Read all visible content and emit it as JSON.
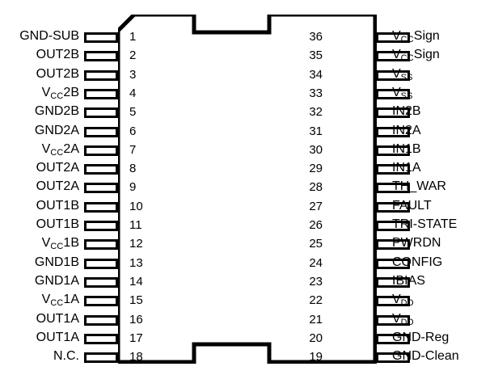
{
  "diagram": {
    "type": "ic-pinout",
    "package": {
      "total_pins": 36,
      "pins_per_side": 18,
      "pin1_indicator": "chamfered-corner-top-left",
      "tabs": [
        "top-center-notch",
        "bottom-center-notch"
      ],
      "outline_color": "#000000",
      "fill_color": "#ffffff"
    },
    "left_pins": [
      {
        "number": "1",
        "label": "GND-SUB",
        "base": "GND-SUB",
        "sub": "",
        "tail": ""
      },
      {
        "number": "2",
        "label": "OUT2B",
        "base": "OUT2B",
        "sub": "",
        "tail": ""
      },
      {
        "number": "3",
        "label": "OUT2B",
        "base": "OUT2B",
        "sub": "",
        "tail": ""
      },
      {
        "number": "4",
        "label": "Vcc2B",
        "base": "V",
        "sub": "CC",
        "tail": "2B"
      },
      {
        "number": "5",
        "label": "GND2B",
        "base": "GND2B",
        "sub": "",
        "tail": ""
      },
      {
        "number": "6",
        "label": "GND2A",
        "base": "GND2A",
        "sub": "",
        "tail": ""
      },
      {
        "number": "7",
        "label": "Vcc2A",
        "base": "V",
        "sub": "CC",
        "tail": "2A"
      },
      {
        "number": "8",
        "label": "OUT2A",
        "base": "OUT2A",
        "sub": "",
        "tail": ""
      },
      {
        "number": "9",
        "label": "OUT2A",
        "base": "OUT2A",
        "sub": "",
        "tail": ""
      },
      {
        "number": "10",
        "label": "OUT1B",
        "base": "OUT1B",
        "sub": "",
        "tail": ""
      },
      {
        "number": "11",
        "label": "OUT1B",
        "base": "OUT1B",
        "sub": "",
        "tail": ""
      },
      {
        "number": "12",
        "label": "Vcc1B",
        "base": "V",
        "sub": "CC",
        "tail": "1B"
      },
      {
        "number": "13",
        "label": "GND1B",
        "base": "GND1B",
        "sub": "",
        "tail": ""
      },
      {
        "number": "14",
        "label": "GND1A",
        "base": "GND1A",
        "sub": "",
        "tail": ""
      },
      {
        "number": "15",
        "label": "Vcc1A",
        "base": "V",
        "sub": "CC",
        "tail": "1A"
      },
      {
        "number": "16",
        "label": "OUT1A",
        "base": "OUT1A",
        "sub": "",
        "tail": ""
      },
      {
        "number": "17",
        "label": "OUT1A",
        "base": "OUT1A",
        "sub": "",
        "tail": ""
      },
      {
        "number": "18",
        "label": "N.C.",
        "base": "N.C.",
        "sub": "",
        "tail": ""
      }
    ],
    "right_pins": [
      {
        "number": "36",
        "label": "VccSign",
        "base": "V",
        "sub": "CC",
        "tail": "Sign"
      },
      {
        "number": "35",
        "label": "VccSign",
        "base": "V",
        "sub": "CC",
        "tail": "Sign"
      },
      {
        "number": "34",
        "label": "Vss",
        "base": "V",
        "sub": "SS",
        "tail": ""
      },
      {
        "number": "33",
        "label": "Vss",
        "base": "V",
        "sub": "SS",
        "tail": ""
      },
      {
        "number": "32",
        "label": "IN2B",
        "base": "IN2B",
        "sub": "",
        "tail": ""
      },
      {
        "number": "31",
        "label": "IN2A",
        "base": "IN2A",
        "sub": "",
        "tail": ""
      },
      {
        "number": "30",
        "label": "IN1B",
        "base": "IN1B",
        "sub": "",
        "tail": ""
      },
      {
        "number": "29",
        "label": "IN1A",
        "base": "IN1A",
        "sub": "",
        "tail": ""
      },
      {
        "number": "28",
        "label": "TH_WAR",
        "base": "TH_WAR",
        "sub": "",
        "tail": ""
      },
      {
        "number": "27",
        "label": "FAULT",
        "base": "FAULT",
        "sub": "",
        "tail": ""
      },
      {
        "number": "26",
        "label": "TRI-STATE",
        "base": "TRI-STATE",
        "sub": "",
        "tail": ""
      },
      {
        "number": "25",
        "label": "PWRDN",
        "base": "PWRDN",
        "sub": "",
        "tail": ""
      },
      {
        "number": "24",
        "label": "CONFIG",
        "base": "CONFIG",
        "sub": "",
        "tail": ""
      },
      {
        "number": "23",
        "label": "IBIAS",
        "base": "IBIAS",
        "sub": "",
        "tail": ""
      },
      {
        "number": "22",
        "label": "VDD",
        "base": "V",
        "sub": "DD",
        "tail": ""
      },
      {
        "number": "21",
        "label": "VDD",
        "base": "V",
        "sub": "DD",
        "tail": ""
      },
      {
        "number": "20",
        "label": "GND-Reg",
        "base": "GND-Reg",
        "sub": "",
        "tail": ""
      },
      {
        "number": "19",
        "label": "GND-Clean",
        "base": "GND-Clean",
        "sub": "",
        "tail": ""
      }
    ]
  }
}
